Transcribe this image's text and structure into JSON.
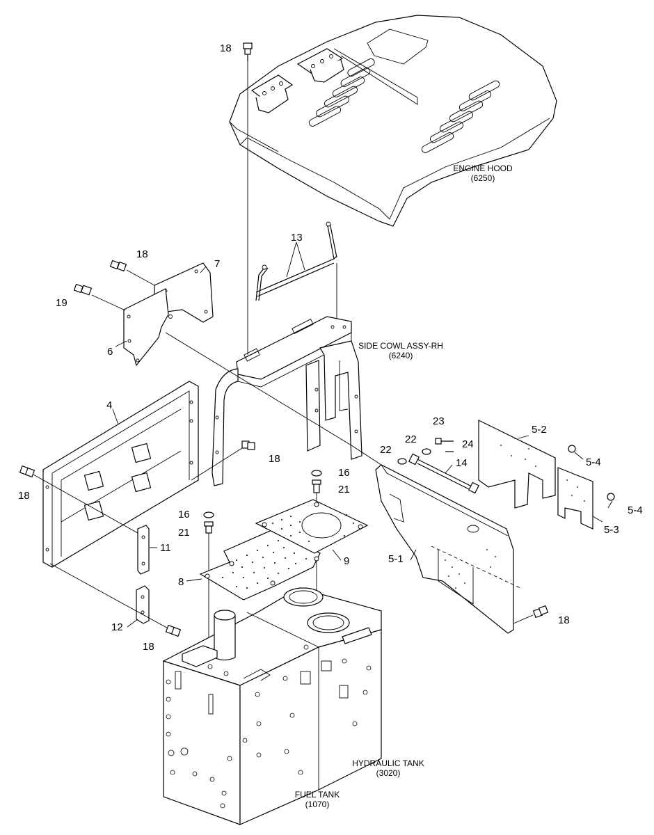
{
  "assemblies": {
    "engine_hood": {
      "name": "ENGINE HOOD",
      "code": "(6250)"
    },
    "side_cowl": {
      "name": "SIDE COWL ASSY-RH",
      "code": "(6240)"
    },
    "hydraulic_tank": {
      "name": "HYDRAULIC TANK",
      "code": "(3020)"
    },
    "fuel_tank": {
      "name": "FUEL TANK",
      "code": "(1070)"
    }
  },
  "callouts": {
    "c18_top": "18",
    "c18_a": "18",
    "c7": "7",
    "c19": "19",
    "c6": "6",
    "c13": "13",
    "c4": "4",
    "c18_b": "18",
    "c18_c": "18",
    "c11": "11",
    "c12": "12",
    "c18_d": "18",
    "c16_a": "16",
    "c21_a": "21",
    "c16_b": "16",
    "c21_b": "21",
    "c8": "8",
    "c9": "9",
    "c23": "23",
    "c22_a": "22",
    "c22_b": "22",
    "c24": "24",
    "c14": "14",
    "c5_2": "5-2",
    "c5_4_a": "5-4",
    "c5_4_b": "5-4",
    "c5_3": "5-3",
    "c5_1": "5-1",
    "c18_e": "18"
  }
}
